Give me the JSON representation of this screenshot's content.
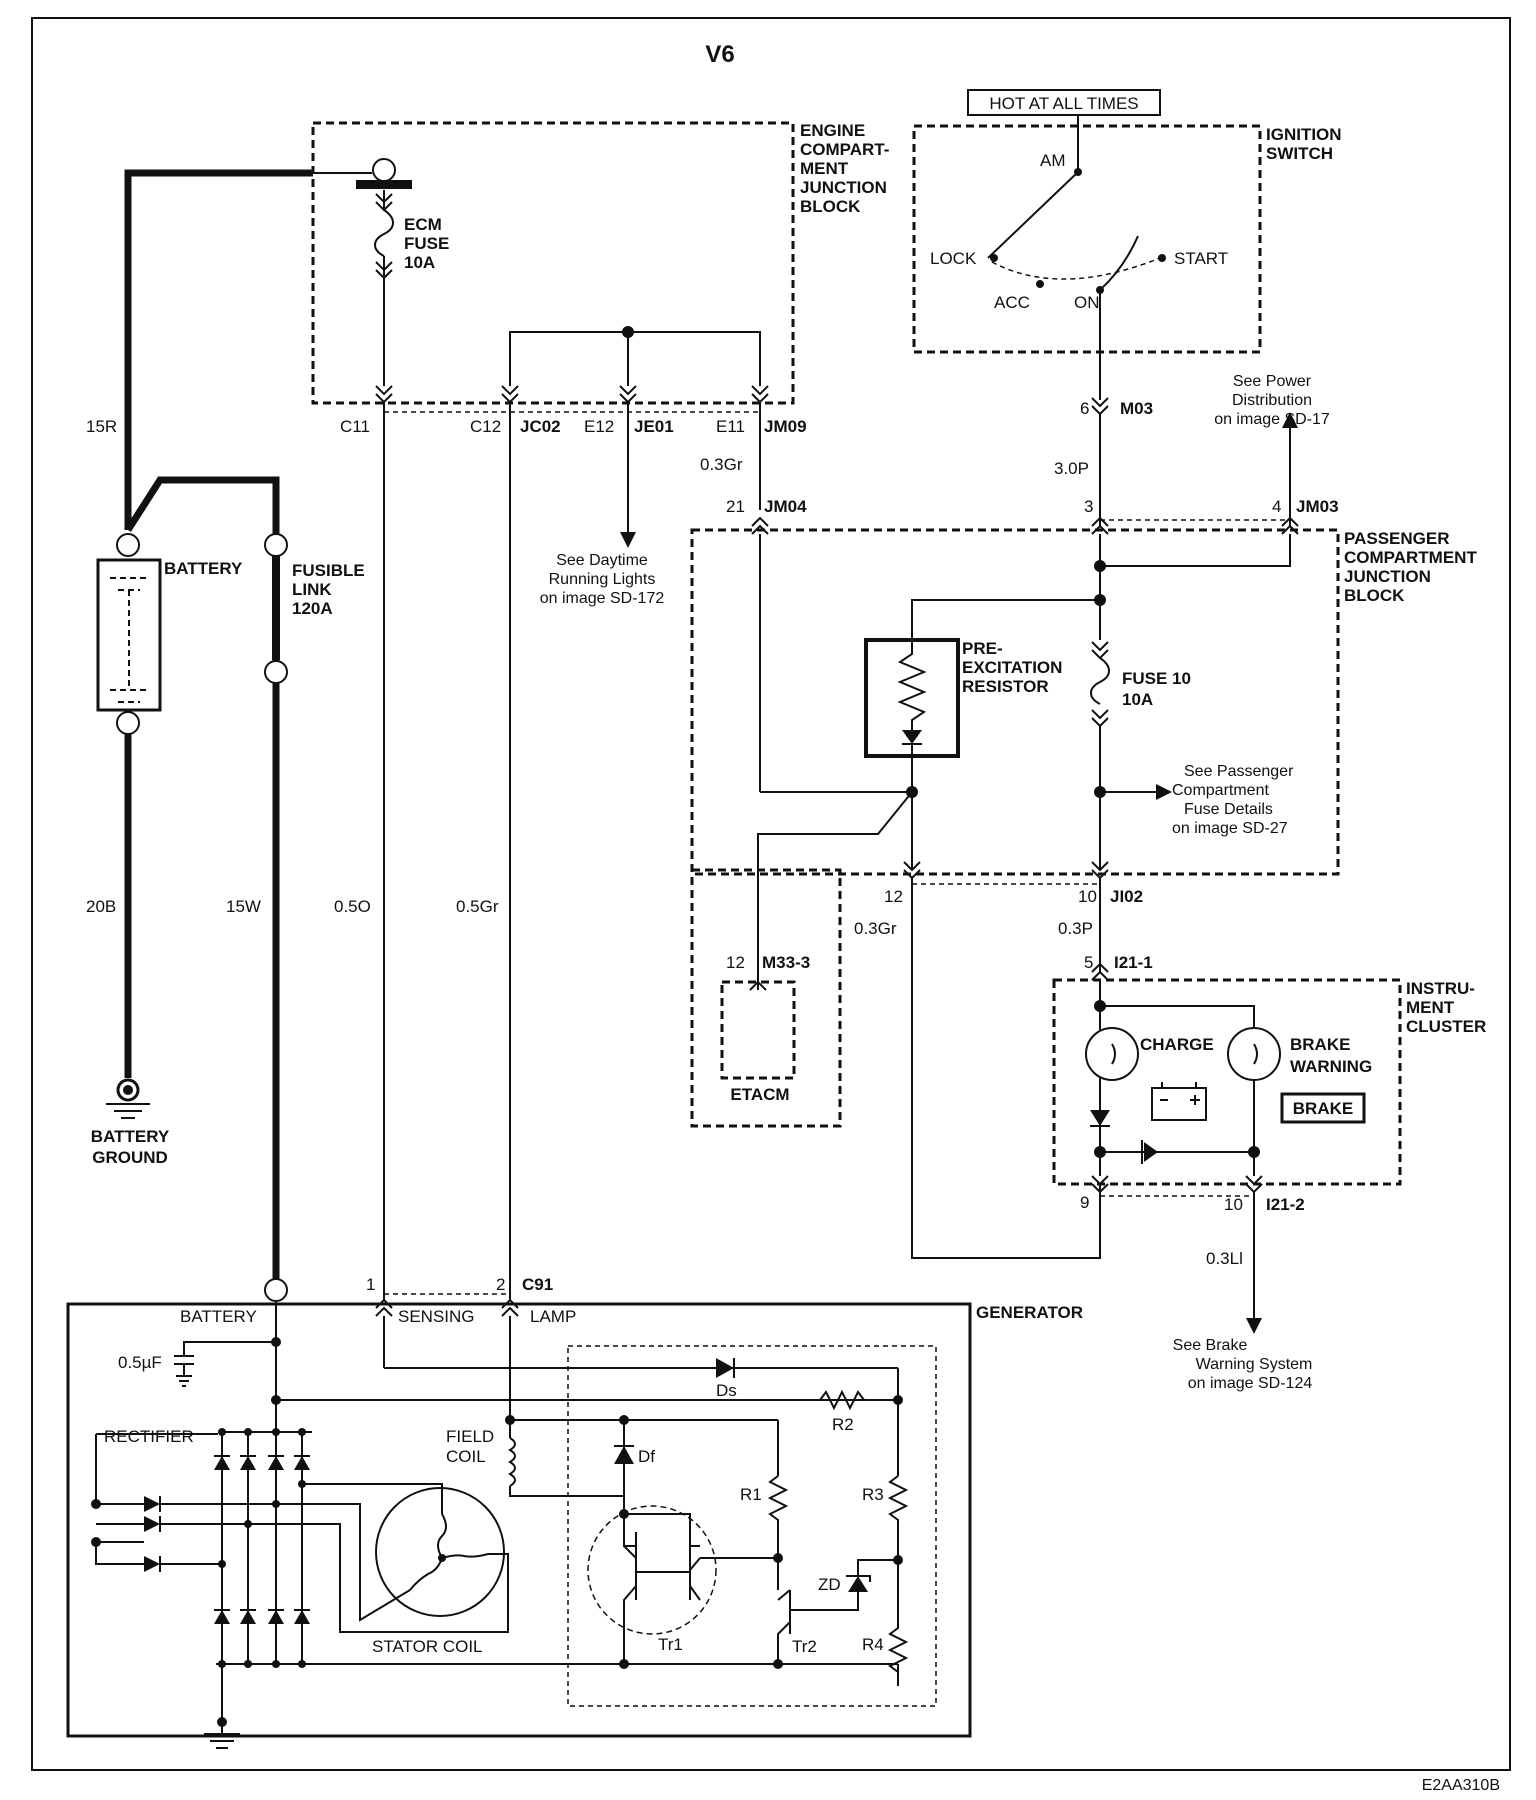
{
  "title": "V6",
  "footer_code": "E2AA310B",
  "blocks": {
    "engine_block": "ENGINE COMPART-MENT JUNCTION BLOCK",
    "ignition_hot": "HOT AT ALL TIMES",
    "ignition_switch": "IGNITION SWITCH",
    "passenger_block": "PASSENGER COMPARTMENT JUNCTION BLOCK",
    "instrument_cluster": "INSTRU-MENT CLUSTER",
    "generator": "GENERATOR",
    "etacm": "ETACM"
  },
  "labels": {
    "ecm_fuse": [
      "ECM",
      "FUSE",
      "10A"
    ],
    "battery": "BATTERY",
    "fusible_link": [
      "FUSIBLE",
      "LINK",
      "120A"
    ],
    "battery_ground": [
      "BATTERY",
      "GROUND"
    ],
    "ign_am": "AM",
    "ign_lock": "LOCK",
    "ign_acc": "ACC",
    "ign_on": "ON",
    "ign_start": "START",
    "see_power": [
      "See Power",
      "Distribution",
      "on image SD-17"
    ],
    "see_drl": [
      "See Daytime",
      "Running Lights",
      "on image SD-172"
    ],
    "pre_excitation": [
      "PRE-",
      "EXCITATION",
      "RESISTOR"
    ],
    "fuse10": [
      "FUSE 10",
      "10A"
    ],
    "see_pass_fuse": [
      "See Passenger",
      "Compartment",
      "Fuse Details",
      "on image SD-27"
    ],
    "charge": "CHARGE",
    "brake_warning": [
      "BRAKE",
      "WARNING"
    ],
    "brake_box": "BRAKE",
    "see_brake": [
      "See Brake",
      "Warning System",
      "on image SD-124"
    ],
    "sensing": "SENSING",
    "lamp": "LAMP",
    "gen_battery": "BATTERY",
    "cap": "0.5µF",
    "rectifier": "RECTIFIER",
    "field_coil": [
      "FIELD",
      "COIL"
    ],
    "stator_coil": "STATOR COIL",
    "ds": "Ds",
    "df": "Df",
    "r1": "R1",
    "r2": "R2",
    "r3": "R3",
    "r4": "R4",
    "zd": "ZD",
    "tr1": "Tr1",
    "tr2": "Tr2"
  },
  "connectors": {
    "c11": "C11",
    "c12": "C12",
    "jc02": "JC02",
    "e12": "E12",
    "je01": "JE01",
    "e11": "E11",
    "jm09": "JM09",
    "pin6": "6",
    "m03": "M03",
    "pin21": "21",
    "jm04": "JM04",
    "pin3": "3",
    "pin4": "4",
    "jm03": "JM03",
    "pin12a": "12",
    "m33": "M33-3",
    "pin12b": "12",
    "pin10a": "10",
    "ji02": "JI02",
    "pin5": "5",
    "i21_1": "I21-1",
    "pin9": "9",
    "pin10b": "10",
    "i21_2": "I21-2",
    "pin1": "1",
    "pin2": "2",
    "c91": "C91"
  },
  "wires": {
    "w15r": "15R",
    "w20b": "20B",
    "w15w": "15W",
    "w05o": "0.5O",
    "w05gr": "0.5Gr",
    "w03gr_a": "0.3Gr",
    "w30p": "3.0P",
    "w03gr_b": "0.3Gr",
    "w03p": "0.3P",
    "w03li": "0.3Ll"
  }
}
